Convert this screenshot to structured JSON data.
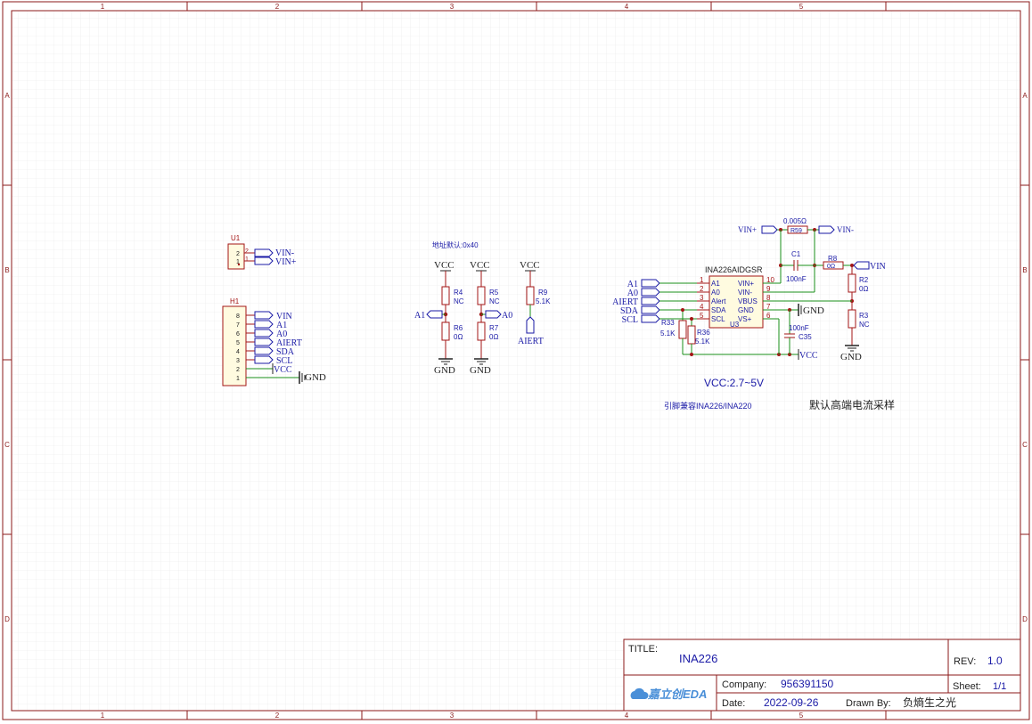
{
  "frame": {
    "columns": [
      "1",
      "2",
      "3",
      "4",
      "5"
    ],
    "rows": [
      "A",
      "B",
      "C",
      "D"
    ]
  },
  "title_block": {
    "title_label": "TITLE:",
    "title_value": "INA226",
    "rev_label": "REV:",
    "rev_value": "1.0",
    "company_label": "Company:",
    "company_value": "956391150",
    "sheet_label": "Sheet:",
    "sheet_value": "1/1",
    "date_label": "Date:",
    "date_value": "2022-09-26",
    "drawn_label": "Drawn By:",
    "drawn_value": "负熵生之光",
    "logo_text": "嘉立创EDA"
  },
  "u1": {
    "ref": "U1",
    "pins": [
      "2",
      "1"
    ],
    "nets": [
      "VIN-",
      "VIN+"
    ]
  },
  "h1": {
    "ref": "H1",
    "pins": [
      "8",
      "7",
      "6",
      "5",
      "4",
      "3",
      "2",
      "1"
    ],
    "nets": [
      "VIN",
      "A1",
      "A0",
      "AIERT",
      "SDA",
      "SCL"
    ],
    "vcc": "VCC",
    "gnd": "GND"
  },
  "addr": {
    "note": "地址默认:0x40",
    "vcc": "VCC",
    "gnd": "GND",
    "r4": {
      "ref": "R4",
      "val": "NC"
    },
    "r5": {
      "ref": "R5",
      "val": "NC"
    },
    "r6": {
      "ref": "R6",
      "val": "0Ω"
    },
    "r7": {
      "ref": "R7",
      "val": "0Ω"
    },
    "r9": {
      "ref": "R9",
      "val": "5.1K"
    },
    "a1": "A1",
    "a0": "A0",
    "alert": "AIERT"
  },
  "u3": {
    "ref": "U3",
    "part": "INA226AIDGSR",
    "left_pins": [
      {
        "num": "1",
        "name": "A1"
      },
      {
        "num": "2",
        "name": "A0"
      },
      {
        "num": "3",
        "name": "Alert"
      },
      {
        "num": "4",
        "name": "SDA"
      },
      {
        "num": "5",
        "name": "SCL"
      }
    ],
    "right_pins": [
      {
        "num": "10",
        "name": "VIN+"
      },
      {
        "num": "9",
        "name": "VIN-"
      },
      {
        "num": "8",
        "name": "VBUS"
      },
      {
        "num": "7",
        "name": "GND"
      },
      {
        "num": "6",
        "name": "VS+"
      }
    ],
    "net_labels": [
      "A1",
      "A0",
      "AIERT",
      "SDA",
      "SCL"
    ],
    "r33": {
      "ref": "R33",
      "val": "5.1K"
    },
    "r36": {
      "ref": "R36",
      "val": "5.1K"
    },
    "r59": {
      "ref": "R59",
      "val": "0.005Ω"
    },
    "c1": {
      "ref": "C1",
      "val": "100nF"
    },
    "r8": {
      "ref": "R8",
      "val": "0Ω"
    },
    "r2": {
      "ref": "R2",
      "val": "0Ω"
    },
    "r3": {
      "ref": "R3",
      "val": "NC"
    },
    "c35": {
      "ref": "C35",
      "val": "100nF"
    },
    "vin_plus": "VIN+",
    "vin_minus": "VIN-",
    "vin": "VIN",
    "gnd": "GND",
    "vcc": "VCC"
  },
  "notes": {
    "vcc_range": "VCC:2.7~5V",
    "compat": "引脚兼容INA226/INA220",
    "default": "默认高端电流采样"
  },
  "colors": {
    "frame": "#8b1a1a",
    "grid": "#e6e6e6",
    "wire": "#1a8f1a",
    "part": "#a31515",
    "text": "#1a1aa6",
    "junction": "#a31515"
  }
}
